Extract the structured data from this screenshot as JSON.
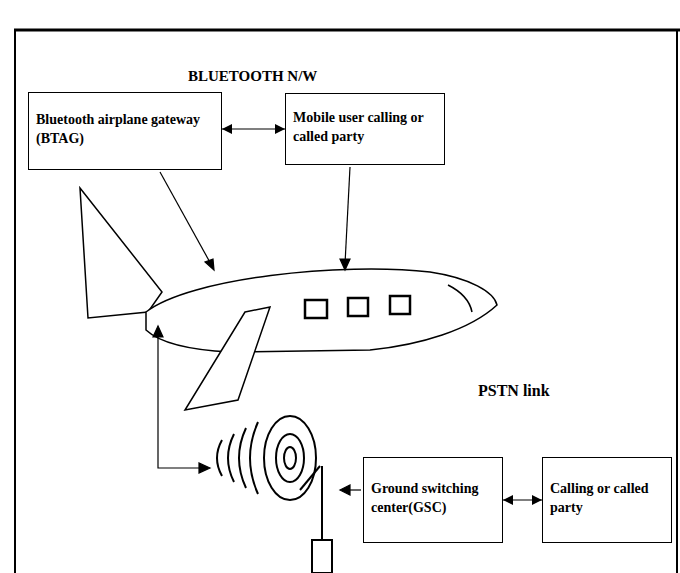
{
  "diagram": {
    "title": "BLUETOOTH N/W",
    "nodes": [
      {
        "text": [
          "Bluetooth airplane gateway (BTAG)"
        ]
      },
      {
        "text": [
          "Mobile user calling or called party"
        ]
      },
      {
        "text": [
          "Ground switching center(GSC)"
        ]
      },
      {
        "text": [
          "Calling or called party"
        ]
      }
    ],
    "edges": [
      {
        "from": 0,
        "to": 1,
        "arrow": "both"
      },
      {
        "from": 2,
        "to": 3,
        "arrow": "both"
      }
    ],
    "labels": [
      "PSTN link"
    ]
  }
}
